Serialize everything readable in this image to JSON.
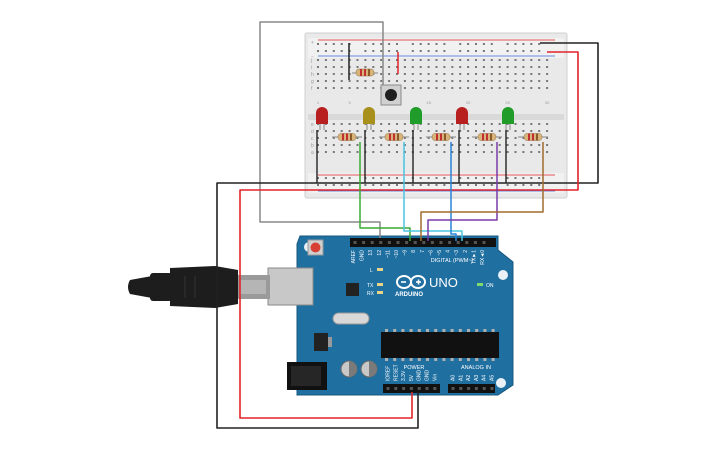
{
  "board": {
    "brand": "ARDUINO",
    "model": "UNO",
    "digital_label": "DIGITAL (PWM~)",
    "power_label": "POWER",
    "analog_label": "ANALOG IN",
    "on_label": "ON",
    "l_label": "L",
    "tx_label": "TX",
    "rx_label": "RX",
    "digital_pins": [
      "AREF",
      "GND",
      "13",
      "12",
      "~11",
      "~10",
      "~9",
      "8",
      "7",
      "~6",
      "~5",
      "4",
      "~3",
      "2",
      "TX►1",
      "RX◄0"
    ],
    "power_pins": [
      "IOREF",
      "RESET",
      "3.3V",
      "5V",
      "GND",
      "GND",
      "Vin"
    ],
    "analog_pins": [
      "A0",
      "A1",
      "A2",
      "A3",
      "A4",
      "A5"
    ]
  },
  "breadboard": {
    "columns": [
      "1",
      "5",
      "10",
      "15",
      "20",
      "25",
      "30"
    ],
    "rows_top": [
      "j",
      "i",
      "h",
      "g",
      "f"
    ],
    "rows_bottom": [
      "e",
      "d",
      "c",
      "b",
      "a"
    ],
    "rail_plus": "+",
    "rail_minus": "−"
  },
  "components": {
    "leds": [
      {
        "name": "led-red-1",
        "color": "#b81f1f"
      },
      {
        "name": "led-yellow",
        "color": "#a8901c"
      },
      {
        "name": "led-green-1",
        "color": "#1f9c2a"
      },
      {
        "name": "led-red-2",
        "color": "#b81f1f"
      },
      {
        "name": "led-green-2",
        "color": "#1f9c2a"
      }
    ]
  },
  "wire_colors": {
    "black": "#222222",
    "red": "#e0242a",
    "gray": "#888888",
    "green": "#3aaa35",
    "cyan": "#4cc4e0",
    "blue": "#2a83d8",
    "purple": "#7a3aa8",
    "brown": "#a06b2e"
  }
}
